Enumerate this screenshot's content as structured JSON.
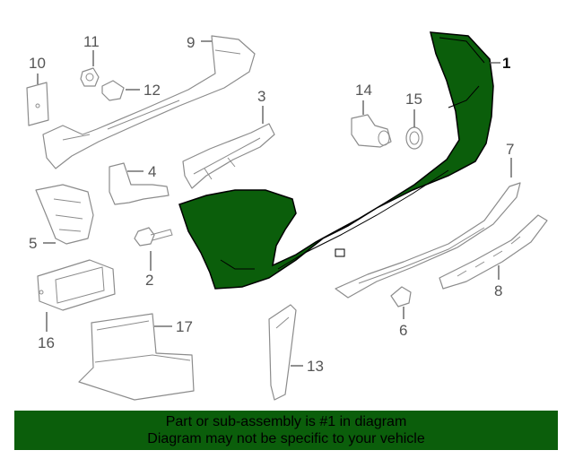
{
  "colors": {
    "highlight": "#0b5e0b",
    "line": "#8c8c8c",
    "footer_bg": "#0b5e0b"
  },
  "callouts": {
    "c1": "1",
    "c2": "2",
    "c3": "3",
    "c4": "4",
    "c5": "5",
    "c6": "6",
    "c7": "7",
    "c8": "8",
    "c9": "9",
    "c10": "10",
    "c11": "11",
    "c12": "12",
    "c13": "13",
    "c14": "14",
    "c15": "15",
    "c16": "16",
    "c17": "17"
  },
  "footer": {
    "line1": "Part or sub-assembly is #1 in diagram",
    "line2": "Diagram may not be specific to your vehicle"
  }
}
